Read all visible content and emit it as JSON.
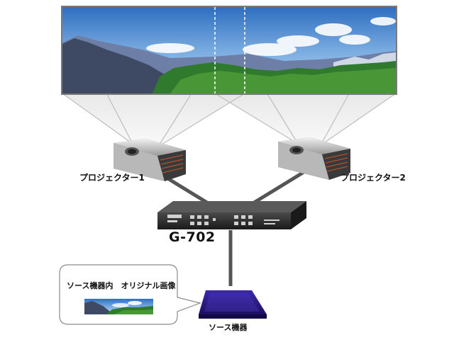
{
  "labels": {
    "projector1": "プロジェクター1",
    "projector2": "プロジェクター2",
    "device": "G-702",
    "source": "ソース機器",
    "source_image_caption": "ソース機器内　オリジナル画像"
  },
  "colors": {
    "screen_frame": "#7a7a7a",
    "projection_beam": "#eeeeee",
    "beam_line": "#bdbdbd",
    "cable": "#555555",
    "projector_body": "#d9d9d9",
    "device_body": "#2b2b2b",
    "source_device": "#2f1f8f",
    "overlap_dashes": "#ffffff"
  },
  "icons": {
    "projector": "projector-icon",
    "device": "video-processor-icon",
    "source": "source-device-icon"
  }
}
